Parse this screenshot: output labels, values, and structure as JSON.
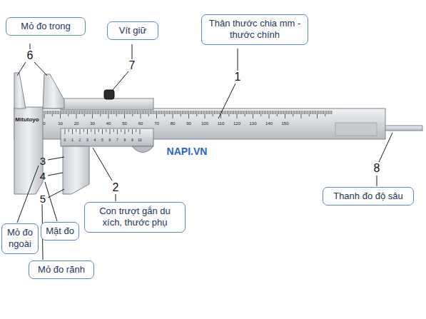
{
  "diagram": {
    "nodes": [
      {
        "text": [
          "Mỏ đo trong"
        ]
      },
      {
        "text": [
          "Vít giữ"
        ]
      },
      {
        "text": [
          "Thân thước chia mm - thước chính"
        ]
      },
      {
        "text": [
          "Con trượt gắn du xích, thước phụ"
        ]
      },
      {
        "text": [
          "Thanh đo độ sâu"
        ]
      },
      {
        "text": [
          "Mỏ đo ngoài"
        ]
      },
      {
        "text": [
          "Mặt đo"
        ]
      },
      {
        "text": [
          "Mỏ đo rãnh"
        ]
      }
    ],
    "labels": [
      "6",
      "7",
      "1",
      "2",
      "8",
      "3",
      "4",
      "5",
      "NAPI.VN",
      "Mitutoyo",
      "0",
      "10",
      "20",
      "30",
      "40",
      "50",
      "60",
      "70",
      "80",
      "90",
      "100",
      "110",
      "120",
      "130",
      "140",
      "150",
      "0",
      "1",
      "2",
      "3",
      "4",
      "5",
      "6",
      "7",
      "8",
      "9",
      "10"
    ]
  }
}
